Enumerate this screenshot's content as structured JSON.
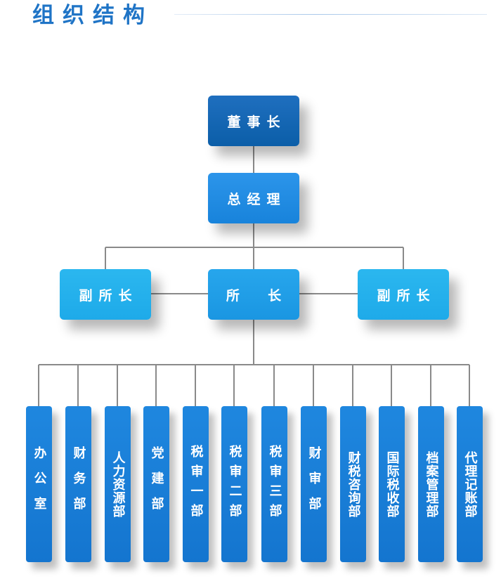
{
  "header": {
    "title": "组织结构"
  },
  "chart_data": {
    "type": "org-chart",
    "root": {
      "label": "董事长",
      "children": [
        {
          "label": "总经理",
          "children": [
            {
              "label": "副所长"
            },
            {
              "label": "所  长",
              "children": [
                {
                  "label": "办公室"
                },
                {
                  "label": "财务部"
                },
                {
                  "label": "人力资源部"
                },
                {
                  "label": "党建部"
                },
                {
                  "label": "税审一部"
                },
                {
                  "label": "税审二部"
                },
                {
                  "label": "税审三部"
                },
                {
                  "label": "财审部"
                },
                {
                  "label": "财税咨询部"
                },
                {
                  "label": "国际税收部"
                },
                {
                  "label": "档案管理部"
                },
                {
                  "label": "代理记账部"
                }
              ]
            },
            {
              "label": "副所长"
            }
          ]
        }
      ]
    }
  }
}
